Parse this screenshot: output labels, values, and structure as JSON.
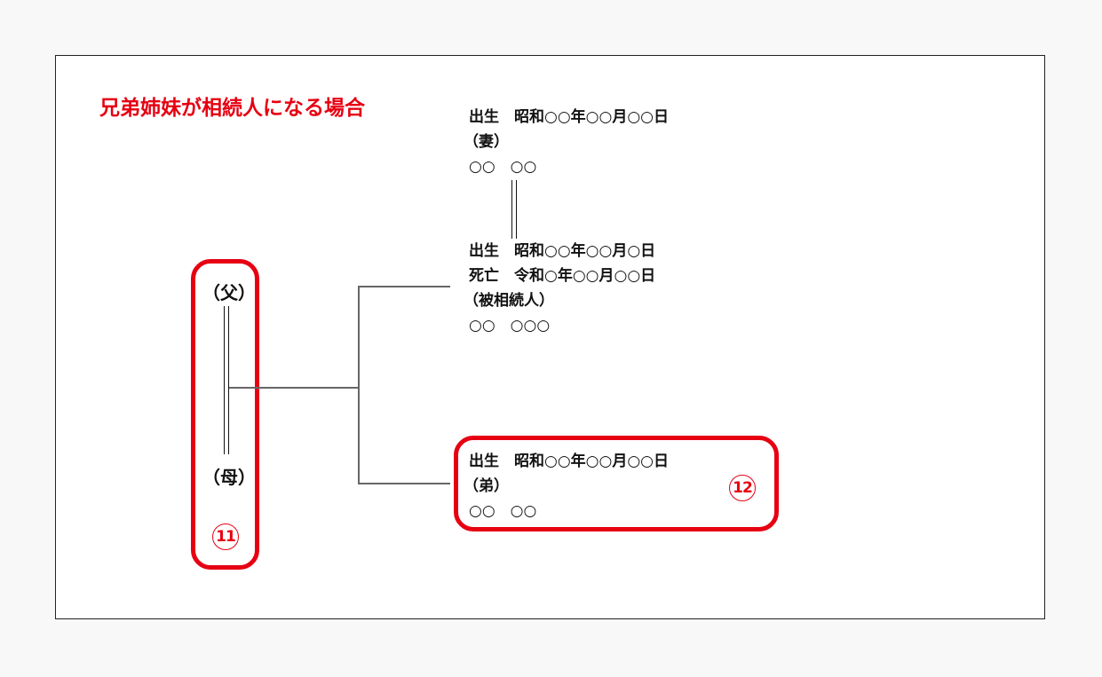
{
  "title": "兄弟姉妹が相続人になる場合",
  "colors": {
    "accent": "#e60012",
    "line": "#666666"
  },
  "spouse": {
    "birth": "出生　昭和○○年○○月○○日",
    "role": "（妻）",
    "name": "○○　○○"
  },
  "deceased": {
    "birth": "出生　昭和○○年○○月○日",
    "death": "死亡　令和○年○○月○○日",
    "role": "（被相続人）",
    "name": "○○　○○○"
  },
  "parents": {
    "father": "（父）",
    "mother": "（母）",
    "badge": "11"
  },
  "brother": {
    "birth": "出生　昭和○○年○○月○○日",
    "role": "（弟）",
    "name": "○○　○○",
    "badge": "12"
  }
}
